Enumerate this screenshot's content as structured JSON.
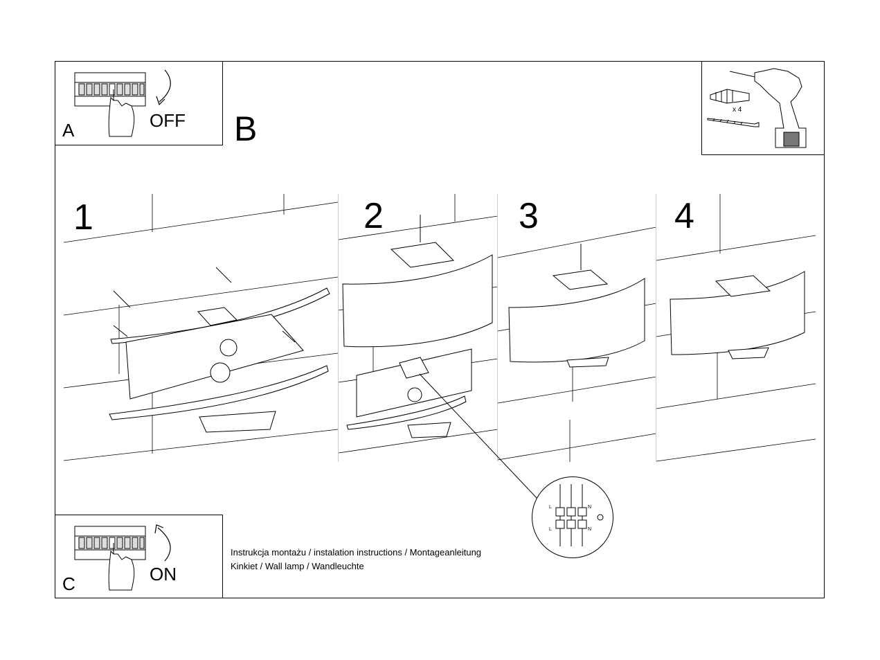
{
  "panel_a": {
    "letter": "A",
    "label": "OFF"
  },
  "panel_b": {
    "letter": "B"
  },
  "panel_c": {
    "letter": "C",
    "label": "ON"
  },
  "tools": {
    "quantity": "x 4"
  },
  "steps": [
    "1",
    "2",
    "3",
    "4"
  ],
  "wiring": {
    "terminal_l_top": "L",
    "terminal_l_bottom": "L",
    "terminal_n_top": "N",
    "terminal_n_bottom": "N"
  },
  "caption": {
    "line1": "Instrukcja montażu / instalation instructions / Montageanleitung",
    "line2": "Kinkiet / Wall lamp / Wandleuchte"
  }
}
